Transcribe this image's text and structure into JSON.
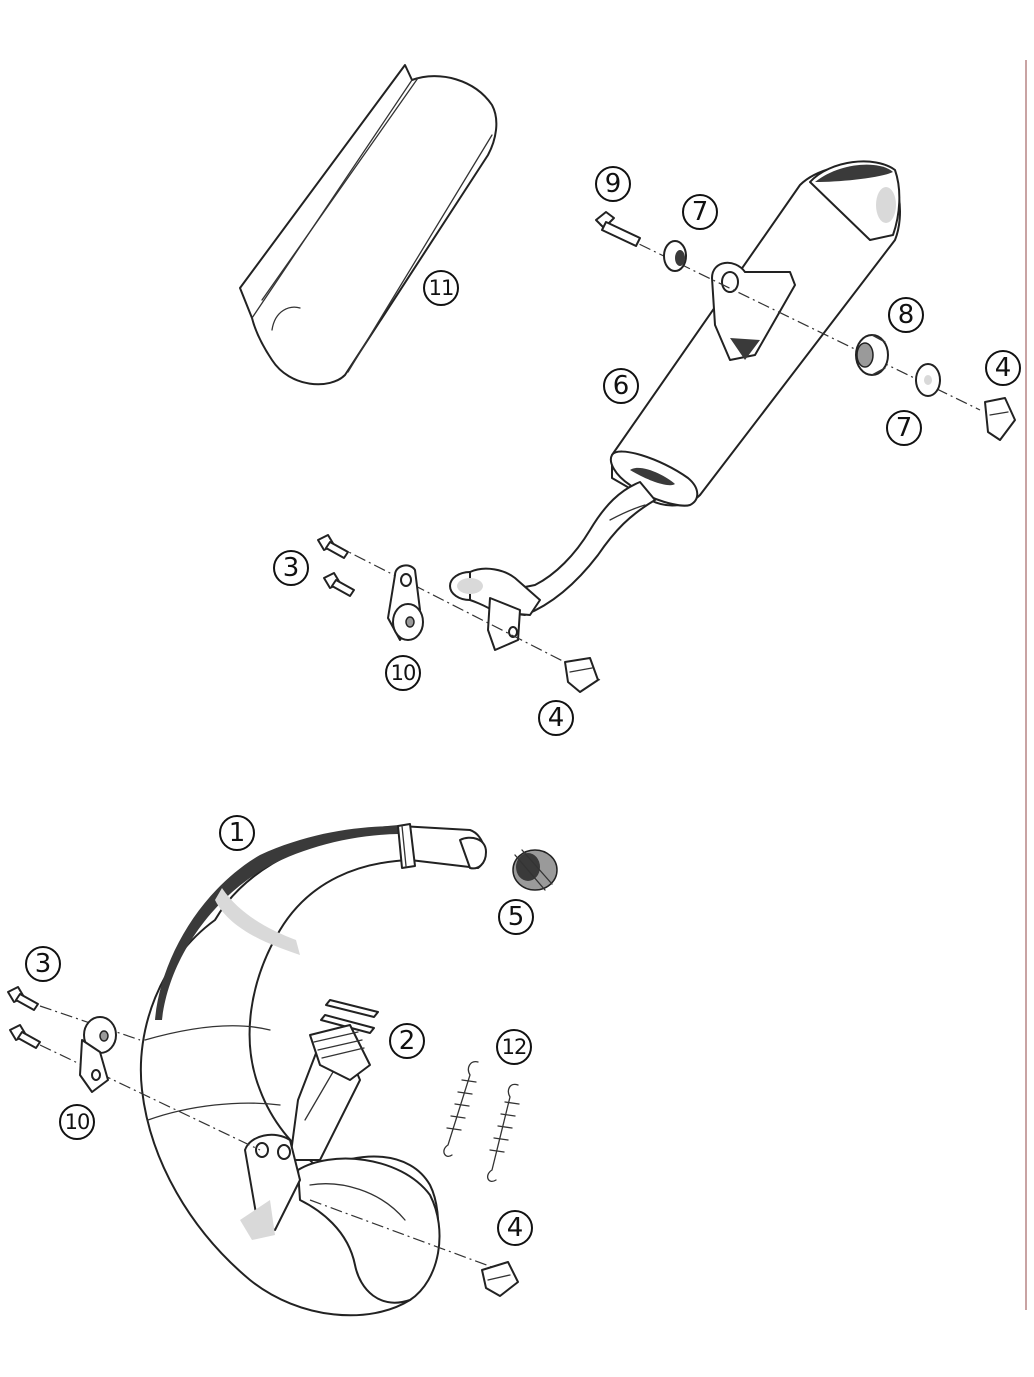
{
  "diagram": {
    "callouts": {
      "c1": "1",
      "c2": "2",
      "c3a": "3",
      "c3b": "3",
      "c4a": "4",
      "c4b": "4",
      "c4c": "4",
      "c5": "5",
      "c6": "6",
      "c7a": "7",
      "c7b": "7",
      "c8": "8",
      "c9": "9",
      "c10a": "10",
      "c10b": "10",
      "c11": "11",
      "c12": "12"
    }
  }
}
